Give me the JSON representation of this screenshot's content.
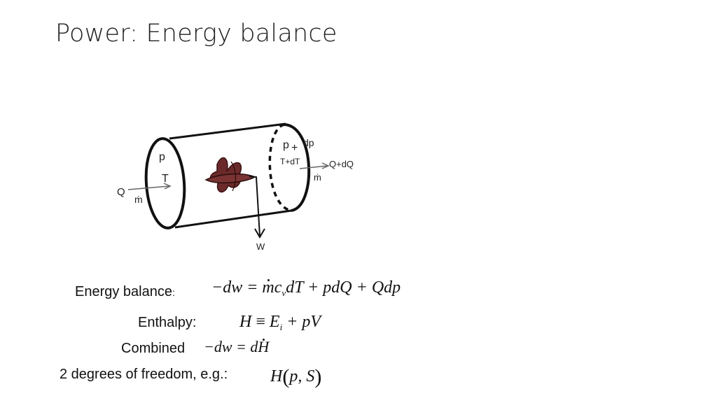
{
  "slide": {
    "title": "Power: Energy balance"
  },
  "diagram": {
    "inlet": {
      "pressure": "p",
      "temperature": "T",
      "heat": "Q",
      "mass_flow": "ṁ"
    },
    "outlet": {
      "pressure": "p",
      "pressure_plus": "+",
      "pressure_delta": "dp",
      "temperature": "T+dT",
      "heat": "Q+dQ",
      "mass_flow": "ṁ"
    },
    "work": "W"
  },
  "equations": {
    "energy_balance": {
      "label": "Energy balance",
      "colon": ":",
      "lhs": "−dw =",
      "m": "m",
      "cv_c": "c",
      "cv_sub": "v",
      "rest": "dT + pdQ + Qdp"
    },
    "enthalpy": {
      "label": "Enthalpy:",
      "h": "H",
      "equiv": "≡",
      "e": "E",
      "e_sub": "i",
      "rest": "+ pV"
    },
    "combined": {
      "label": "Combined",
      "lhs": "−dw = d",
      "h": "H"
    },
    "freedom": {
      "label": "2 degrees of freedom, e.g.:",
      "h": "H",
      "open": "(",
      "args": "p, S",
      "close": ")"
    }
  }
}
